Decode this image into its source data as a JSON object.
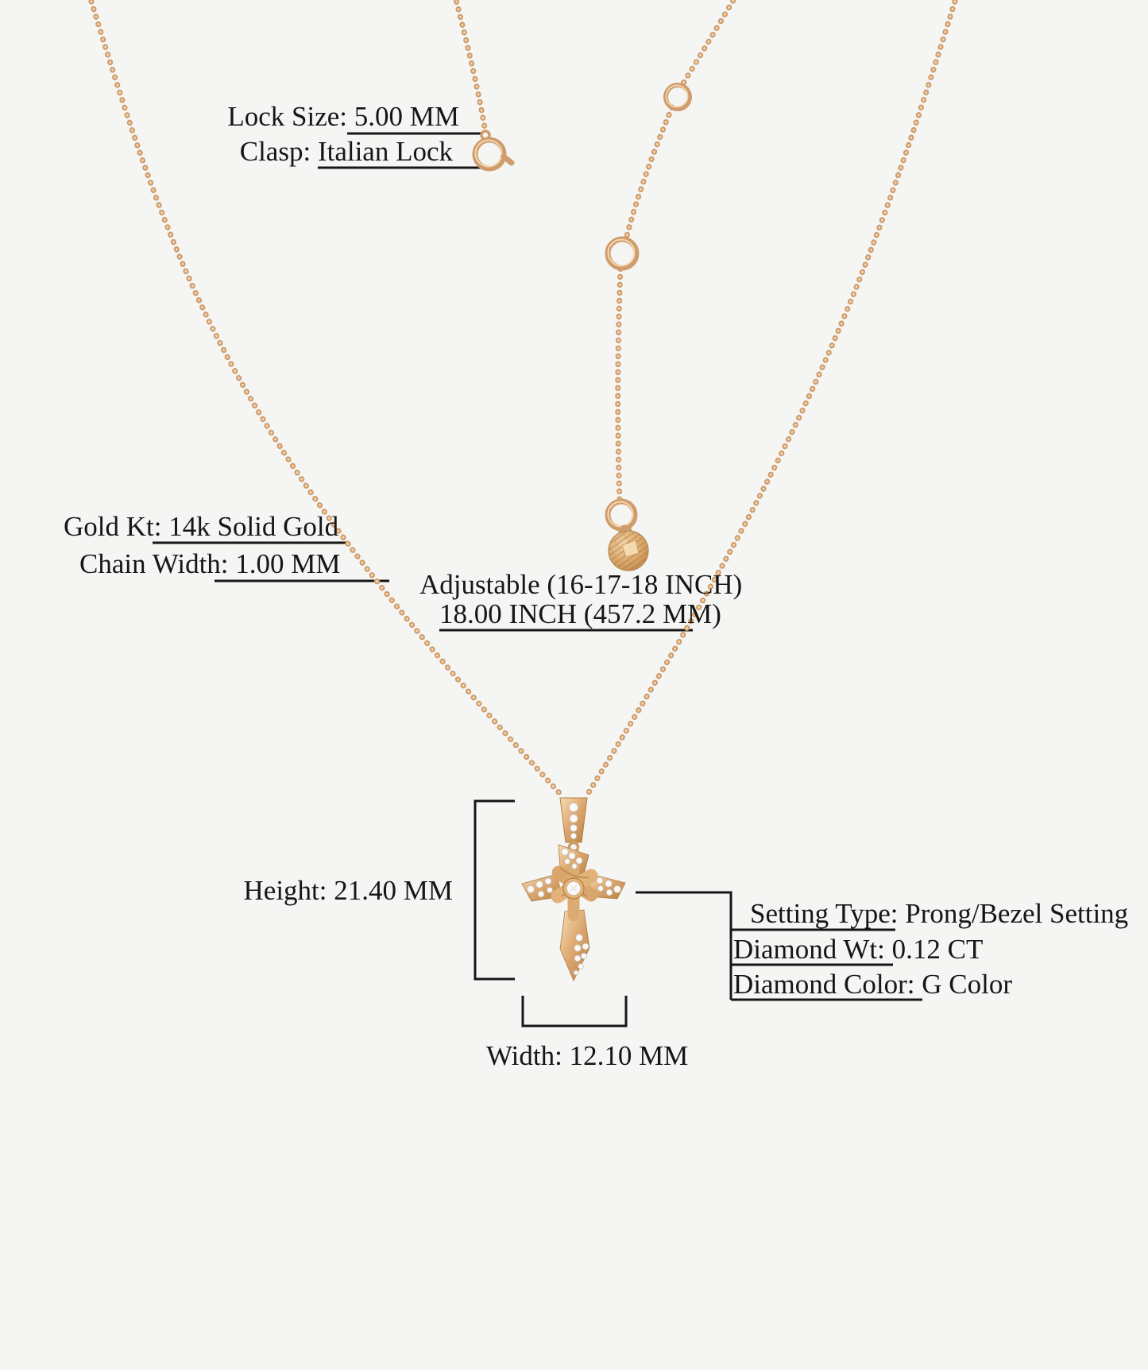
{
  "annotations": {
    "lock_size": {
      "label": "Lock Size:",
      "value": "5.00 MM"
    },
    "clasp": {
      "label": "Clasp:",
      "value": "Italian Lock"
    },
    "gold_kt": {
      "label": "Gold Kt:",
      "value": "14k Solid Gold"
    },
    "chain_width": {
      "label": "Chain Width:",
      "value": "1.00 MM"
    },
    "adjustable_line1": "Adjustable (16-17-18 INCH)",
    "adjustable_line2": "18.00 INCH (457.2 MM)",
    "height": {
      "label": "Height:",
      "value": "21.40 MM"
    },
    "width": {
      "label": "Width:",
      "value": "12.10 MM"
    },
    "setting_type": {
      "label": "Setting Type:",
      "value": "Prong/Bezel Setting"
    },
    "diamond_wt": {
      "label": "Diamond Wt:",
      "value": "0.12 CT"
    },
    "diamond_color": {
      "label": "Diamond Color:",
      "value": "G Color"
    }
  },
  "colors": {
    "bg": "#f5f5f4",
    "gold": "#cf9c6b",
    "gold_light": "#f3d8b0",
    "gold_dark": "#b5813f",
    "line": "#161616",
    "text": "#161616"
  }
}
